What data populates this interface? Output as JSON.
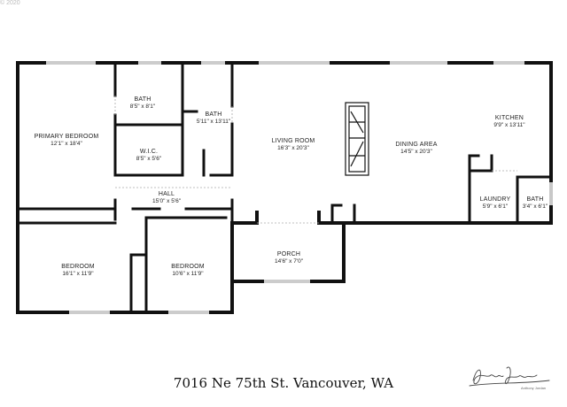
{
  "copyright": "© 2020",
  "address": "7016 Ne 75th St. Vancouver, WA",
  "signature_logo": "Anthony Jordan",
  "wall_color": "#111111",
  "rooms": {
    "primary_bedroom": {
      "name": "PRIMARY BEDROOM",
      "dims": "12'1\" x 18'4\""
    },
    "bath1": {
      "name": "BATH",
      "dims": "8'5\" x 8'1\""
    },
    "wic": {
      "name": "W.I.C.",
      "dims": "8'5\" x 5'6\""
    },
    "bath2": {
      "name": "BATH",
      "dims": "5'11\" x 13'11\""
    },
    "living_room": {
      "name": "LIVING ROOM",
      "dims": "16'3\" x 20'3\""
    },
    "dining_area": {
      "name": "DINING AREA",
      "dims": "14'5\" x 20'3\""
    },
    "kitchen": {
      "name": "KITCHEN",
      "dims": "9'9\" x 13'11\""
    },
    "hall": {
      "name": "HALL",
      "dims": "15'0\" x 5'6\""
    },
    "laundry": {
      "name": "LAUNDRY",
      "dims": "5'9\" x 6'1\""
    },
    "bath3": {
      "name": "BATH",
      "dims": "3'4\" x 6'1\""
    },
    "porch": {
      "name": "PORCH",
      "dims": "14'6\" x 7'0\""
    },
    "bedroom1": {
      "name": "BEDROOM",
      "dims": "16'1\" x 11'9\""
    },
    "bedroom2": {
      "name": "BEDROOM",
      "dims": "10'6\" x 11'9\""
    }
  }
}
